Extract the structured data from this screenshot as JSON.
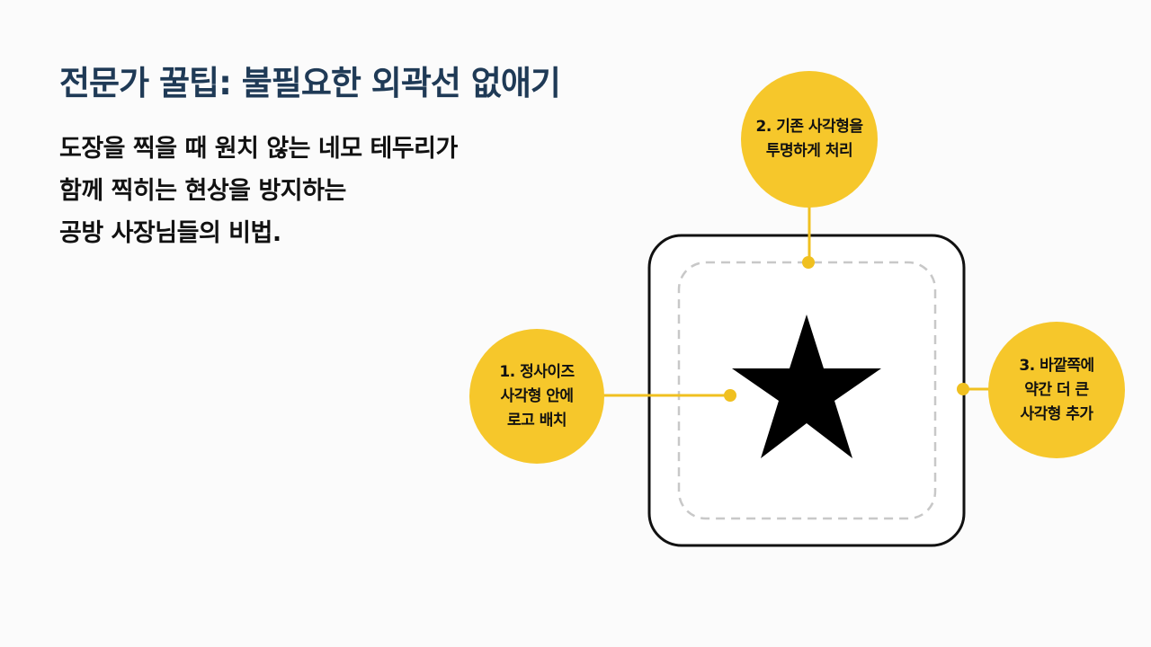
{
  "title": "전문가 꿀팁: 불필요한 외곽선 없애기",
  "subtitle_lines": [
    "도장을 찍을 때 원치 않는 네모 테두리가",
    "함께 찍히는 현상을 방지하는",
    "공방 사장님들의 비법."
  ],
  "steps": [
    {
      "lines": [
        "1. 정사이즈",
        "사각형 안에",
        "로고 배치"
      ]
    },
    {
      "lines": [
        "2. 기존 사각형을",
        "투명하게 처리"
      ]
    },
    {
      "lines": [
        "3. 바깥쪽에",
        "약간 더 큰",
        "사각형 추가"
      ]
    }
  ],
  "colors": {
    "title": "#1f3a56",
    "accent": "#f6c72b",
    "outer_box": "#111111",
    "dashed_box": "#c8c8c8",
    "star": "#000000"
  },
  "icons": {
    "center": "star-icon"
  }
}
